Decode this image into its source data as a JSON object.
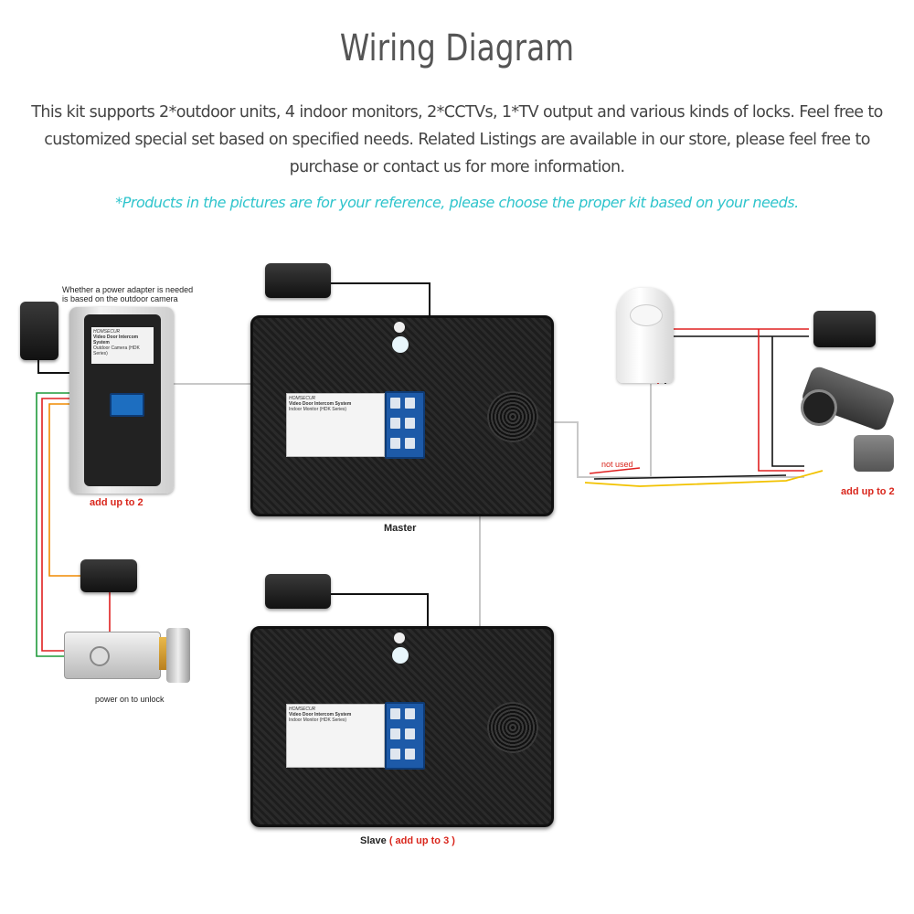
{
  "heading": "Wiring Diagram",
  "description": "This kit supports 2*outdoor units, 4 indoor monitors, 2*CCTVs, 1*TV output and various kinds of locks. Feel free to customized special set based on specified needs. Related Listings are available in our store, please feel free to purchase or contact us for more information.",
  "note": "*Products in the pictures are for your reference, please choose the proper kit based on your needs.",
  "labels": {
    "adapter_note": "Whether a power adapter is needed is based on the outdoor camera",
    "outdoor_add": "add up to 2",
    "lock_note": "power on to unlock",
    "master": "Master",
    "slave": "Slave",
    "slave_add": "( add up to 3 )",
    "not_used": "not used",
    "camera_add": "add up to 2"
  },
  "device_text": {
    "brand": "HOMSECUR",
    "monitor_title": "Video Door Intercom System",
    "monitor_model": "Indoor Monitor (HDK Series)",
    "outdoor_title": "Video Door Intercom System",
    "outdoor_model": "Outdoor Camera (HDK Series)"
  },
  "colors": {
    "note": "#2ec4cc",
    "accent_red": "#d9261c",
    "wire_red": "#e02020",
    "wire_black": "#111111",
    "wire_white": "#c8c8c8",
    "wire_yellow": "#f2c200",
    "wire_green": "#1f9a3a",
    "wire_orange": "#f08a00"
  }
}
